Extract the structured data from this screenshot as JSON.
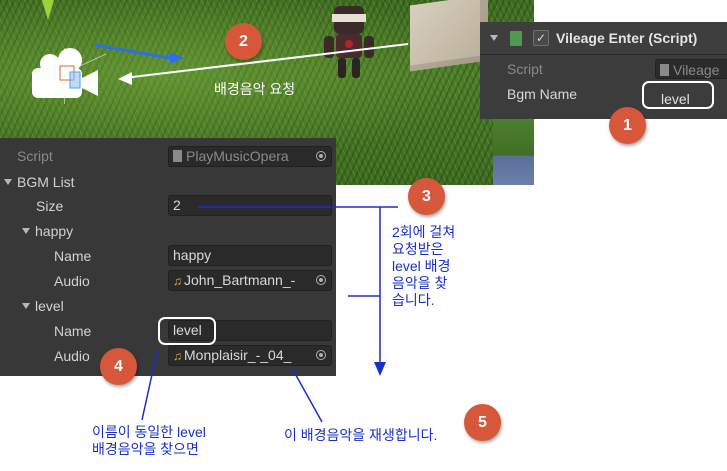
{
  "scene": {
    "caption": "배경음악 요청",
    "icons": [
      "camera-icon",
      "box-object",
      "robot-character"
    ]
  },
  "mini_inspector": {
    "title": "Vileage Enter (Script)",
    "checkbox": "✓",
    "script_label": "Script",
    "script_value": "Vileage",
    "bgm_label": "Bgm Name",
    "bgm_value": "level"
  },
  "inspector": {
    "script_label": "Script",
    "script_value": "PlayMusicOpera",
    "list_label": "BGM List",
    "size_label": "Size",
    "size_value": "2",
    "items": [
      {
        "group": "happy",
        "name_label": "Name",
        "name_value": "happy",
        "audio_label": "Audio",
        "audio_value": "John_Bartmann_-"
      },
      {
        "group": "level",
        "name_label": "Name",
        "name_value": "level",
        "audio_label": "Audio",
        "audio_value": "Monplaisir_-_04_"
      }
    ]
  },
  "annotations": {
    "badges": [
      "1",
      "2",
      "3",
      "4",
      "5"
    ],
    "note3_lines": [
      "2회에 걸쳐",
      "요청받은",
      "level 배경",
      "음악을 찾",
      "습니다."
    ],
    "note4_lines": [
      "이름이 동일한 level",
      "배경음악을 찾으면"
    ],
    "note5": "이 배경음악을 재생합니다."
  },
  "colors": {
    "badge": "#d7573a",
    "annotation_text": "#1a2fc6",
    "highlight": "#ffffff"
  }
}
